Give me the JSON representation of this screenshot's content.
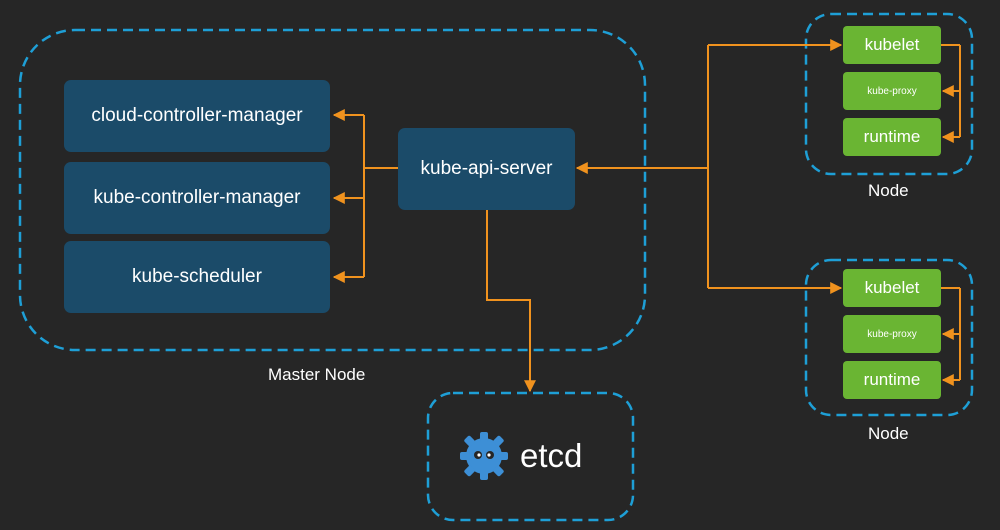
{
  "master": {
    "label": "Master Node",
    "components": [
      {
        "label": "cloud-controller-manager"
      },
      {
        "label": "kube-controller-manager"
      },
      {
        "label": "kube-scheduler"
      }
    ],
    "api_server": "kube-api-server"
  },
  "nodes": [
    {
      "label": "Node",
      "kubelet": "kubelet",
      "proxy": "kube-proxy",
      "runtime": "runtime"
    },
    {
      "label": "Node",
      "kubelet": "kubelet",
      "proxy": "kube-proxy",
      "runtime": "runtime"
    }
  ],
  "etcd": {
    "label": "etcd",
    "icon": "etcd-logo-icon"
  },
  "colors": {
    "background": "#262626",
    "dashed_border": "#1e9fd6",
    "component_box": "#1b4b69",
    "node_box": "#6ab533",
    "arrow": "#f0921e",
    "etcd_logo": "#3d8fd6"
  }
}
